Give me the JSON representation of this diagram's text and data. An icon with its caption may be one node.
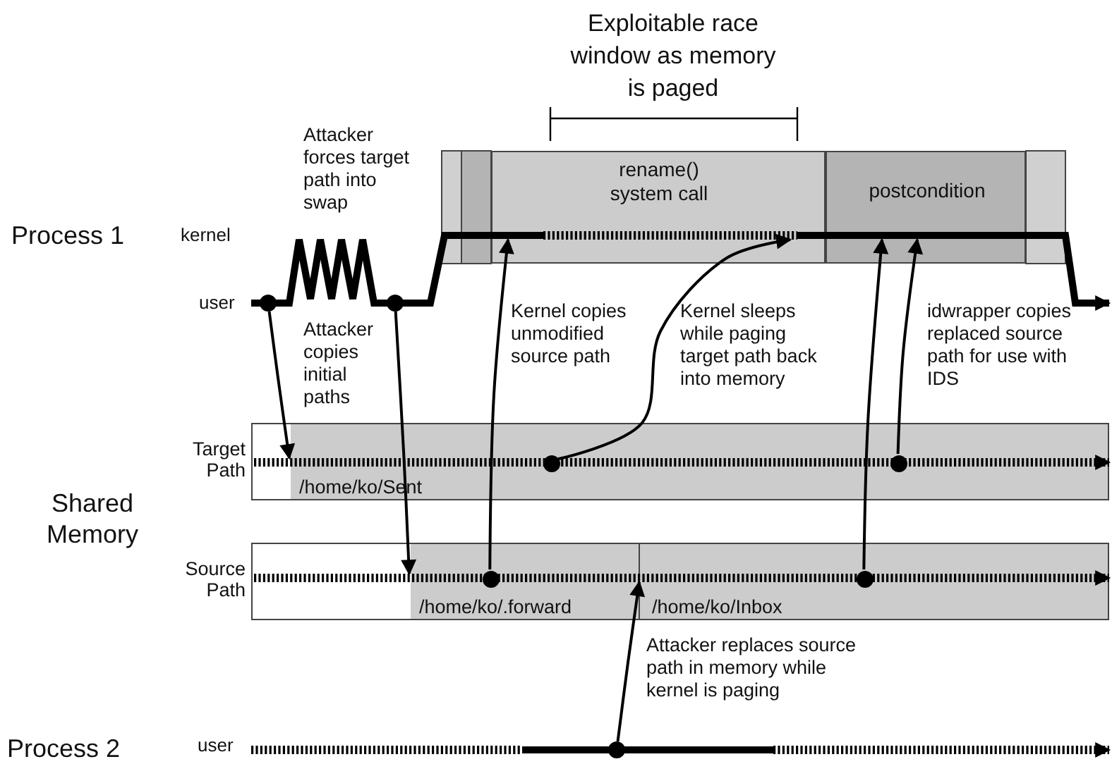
{
  "diagram": {
    "nodes": [
      {
        "text": [
          "rename() system call"
        ]
      },
      {
        "text": [
          "postcondition"
        ]
      },
      {
        "text": [
          "Target Path",
          "/home/ko/Sent"
        ]
      },
      {
        "text": [
          "Source Path",
          "/home/ko/.forward",
          "/home/ko/Inbox"
        ]
      },
      {
        "text": [],
        "shape": "circle"
      },
      {
        "text": [],
        "shape": "circle"
      },
      {
        "text": [],
        "shape": "circle",
        "in": 3
      },
      {
        "text": [],
        "shape": "circle",
        "in": 2
      },
      {
        "text": [],
        "shape": "circle",
        "in": 3
      },
      {
        "text": [],
        "shape": "circle",
        "in": 2
      },
      {
        "text": [],
        "shape": "circle"
      }
    ],
    "edges": [
      {
        "from": 4,
        "to": 2,
        "arrow": "to"
      },
      {
        "from": 5,
        "to": 3,
        "arrow": "to"
      },
      {
        "from": 6,
        "to": 0,
        "arrow": "to"
      },
      {
        "from": 7,
        "to": 0,
        "arrow": "to"
      },
      {
        "from": 10,
        "to": 3,
        "arrow": "to"
      },
      {
        "from": 8,
        "to": 1,
        "arrow": "to"
      },
      {
        "from": 9,
        "to": 1,
        "arrow": "to"
      }
    ],
    "labels": [
      "Exploitable race window as memory is paged",
      "Attacker forces target path into swap",
      "Process 1",
      "kernel",
      "user",
      "Attacker copies initial paths",
      "Kernel copies unmodified source path",
      "Kernel sleeps while paging target path back into memory",
      "idwrapper copies replaced source path for use with IDS",
      "Shared Memory",
      "Attacker replaces source path in memory while kernel is paging",
      "Process 2",
      "user"
    ]
  }
}
